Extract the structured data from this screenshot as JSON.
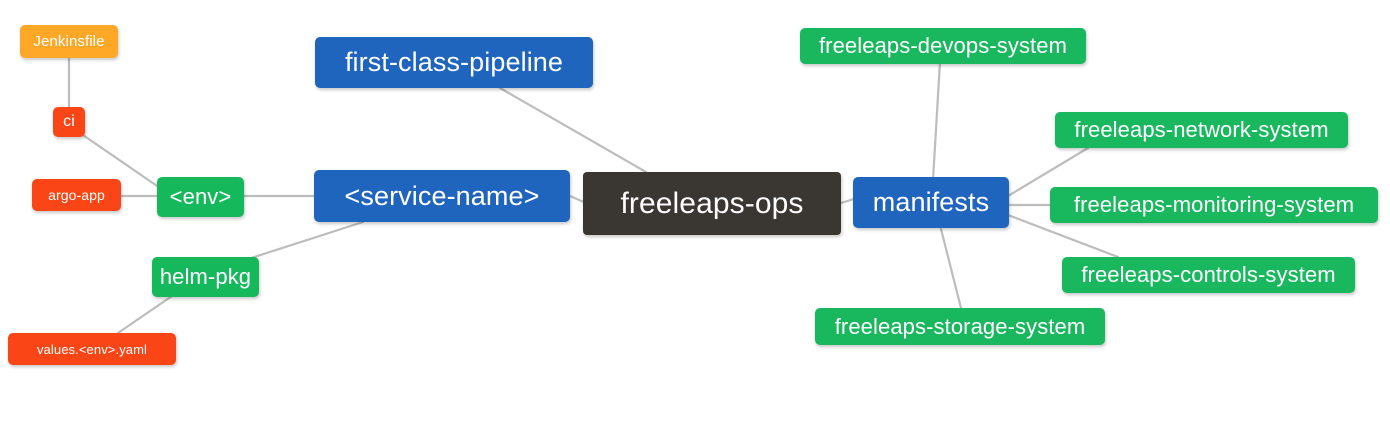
{
  "diagram": {
    "type": "mindmap",
    "title": "freeleaps-ops",
    "background": "#ffffff",
    "edge_color": "#bdbdbd",
    "palette": {
      "root": "#3a3632",
      "blue": "#2065bd",
      "green": "#19b85f",
      "orange": "#ffa726",
      "red": "#fa4616"
    }
  },
  "nodes": {
    "root": {
      "label": "freeleaps-ops",
      "color": "#3a3632"
    },
    "service_name": {
      "label": "<service-name>",
      "color": "#2065bd"
    },
    "first_class_pipeline": {
      "label": "first-class-pipeline",
      "color": "#2065bd"
    },
    "manifests": {
      "label": "manifests",
      "color": "#2065bd"
    },
    "env": {
      "label": "<env>",
      "color": "#16b85c"
    },
    "helm_pkg": {
      "label": "helm-pkg",
      "color": "#16b85c"
    },
    "jenkinsfile": {
      "label": "Jenkinsfile",
      "color": "#ffa726"
    },
    "ci": {
      "label": "ci",
      "color": "#fa4616"
    },
    "argo_app": {
      "label": "argo-app",
      "color": "#fa4616"
    },
    "values_yaml": {
      "label": "values.<env>.yaml",
      "color": "#fa4616"
    },
    "devops_system": {
      "label": "freeleaps-devops-system",
      "color": "#19b85f"
    },
    "network_system": {
      "label": "freeleaps-network-system",
      "color": "#19b85f"
    },
    "monitoring_system": {
      "label": "freeleaps-monitoring-system",
      "color": "#19b85f"
    },
    "controls_system": {
      "label": "freeleaps-controls-system",
      "color": "#19b85f"
    },
    "storage_system": {
      "label": "freeleaps-storage-system",
      "color": "#19b85f"
    }
  },
  "edges": [
    {
      "from": "root",
      "to": "service_name"
    },
    {
      "from": "root",
      "to": "first_class_pipeline"
    },
    {
      "from": "root",
      "to": "manifests"
    },
    {
      "from": "service_name",
      "to": "env"
    },
    {
      "from": "service_name",
      "to": "helm_pkg"
    },
    {
      "from": "env",
      "to": "ci"
    },
    {
      "from": "env",
      "to": "argo_app"
    },
    {
      "from": "ci",
      "to": "jenkinsfile"
    },
    {
      "from": "helm_pkg",
      "to": "values_yaml"
    },
    {
      "from": "manifests",
      "to": "devops_system"
    },
    {
      "from": "manifests",
      "to": "network_system"
    },
    {
      "from": "manifests",
      "to": "monitoring_system"
    },
    {
      "from": "manifests",
      "to": "controls_system"
    },
    {
      "from": "manifests",
      "to": "storage_system"
    }
  ]
}
